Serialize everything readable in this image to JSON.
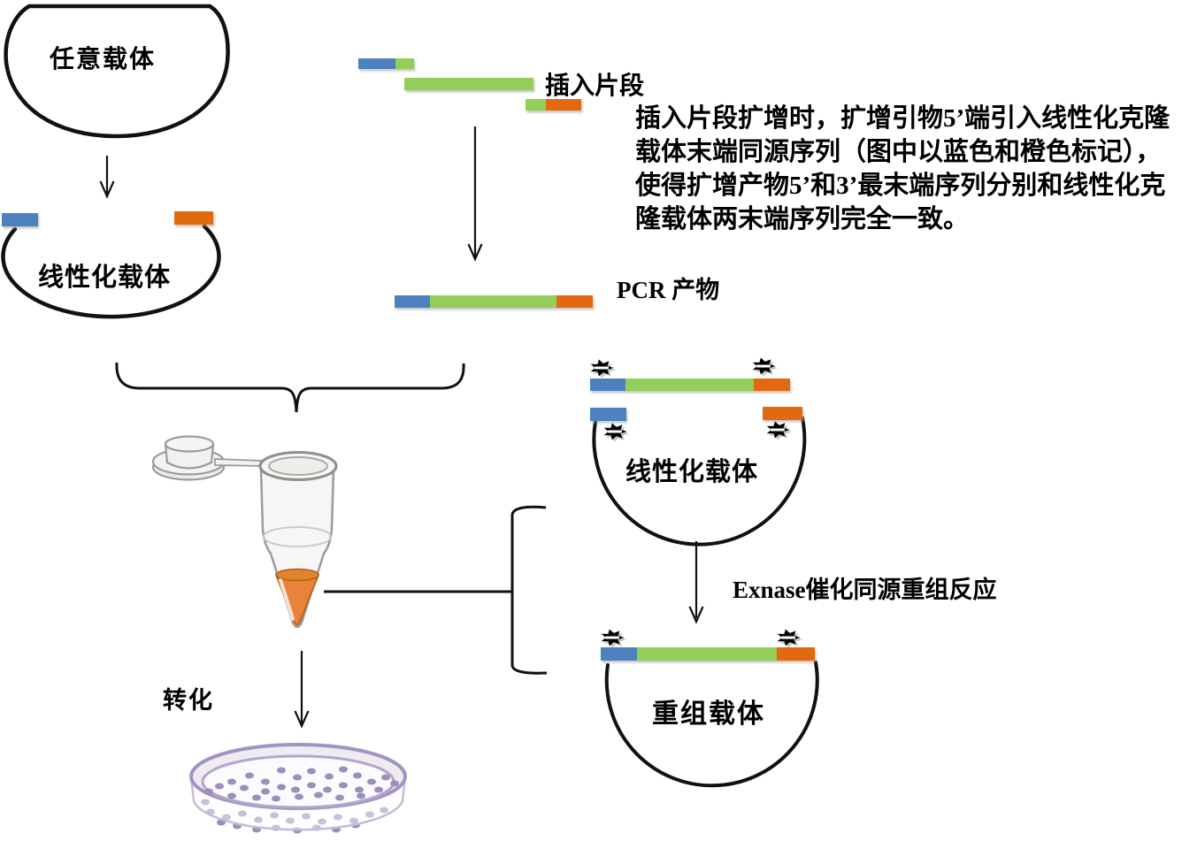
{
  "labels": {
    "arbitrary_vector": "任意载体",
    "linearized_vector_left": "线性化载体",
    "insert_fragment": "插入片段",
    "pcr_product": "PCR 产物",
    "linearized_vector_right": "线性化载体",
    "exnase_reaction": "Exnase催化同源重组反应",
    "recombinant_vector": "重组载体",
    "transformation": "转化"
  },
  "description": {
    "lines": [
      "插入片段扩增时，扩增引物5’端引入线性化克隆",
      "载体末端同源序列（图中以蓝色和橙色标记），",
      "使得扩增产物5’和3’最末端序列分别和线性化克",
      "隆载体两末端序列完全一致。"
    ]
  },
  "colors": {
    "homology_blue": "#4E81BD",
    "insert_green": "#92CE58",
    "homology_orange": "#E2690B",
    "tube_liquid": "#E8833B",
    "liquid_surface": "#E0832F",
    "dish_rim": "#A293C2",
    "dish_inner_rim": "#B3A6CC",
    "colony": "#9D8FBB",
    "outline": "#111111"
  }
}
